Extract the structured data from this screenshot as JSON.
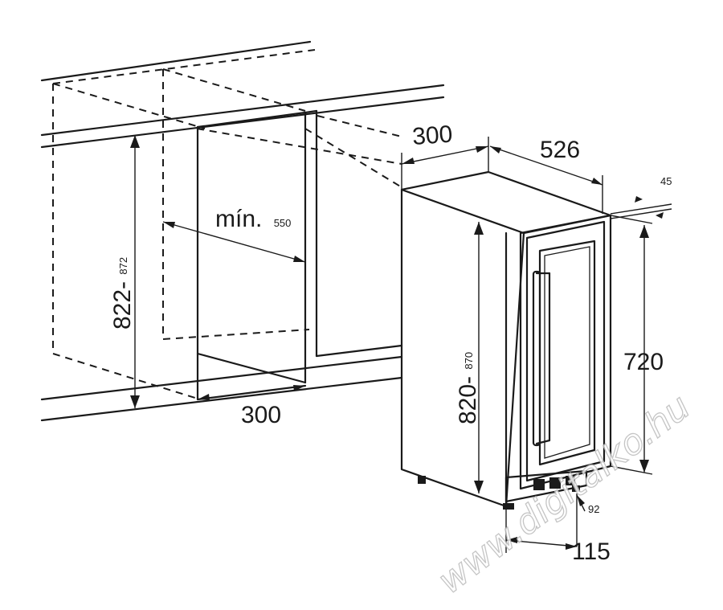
{
  "dimensions": {
    "niche_depth_top": "300",
    "cabinet_depth": "526",
    "door_gap": "45",
    "niche_height_main": "822-",
    "niche_height_sub": "872",
    "min_width_label": "mín.",
    "min_width_value": "550",
    "niche_depth_bottom": "300",
    "cabinet_height_main": "820-",
    "cabinet_height_sub": "870",
    "door_height": "720",
    "plinth_depth": "115",
    "plinth_height": "92"
  },
  "watermark": "www.digitalko.hu"
}
